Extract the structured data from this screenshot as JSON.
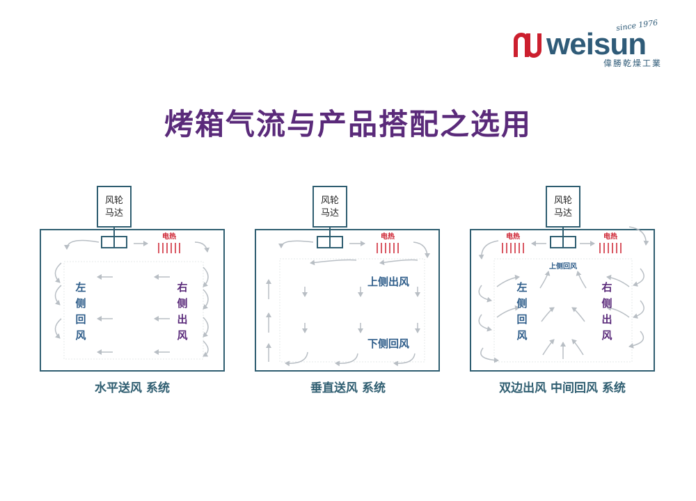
{
  "logo": {
    "since": "since 1976",
    "wordmark": "weisun",
    "chinese": "偉勝乾燥工業",
    "brand_color": "#2f5b78",
    "accent_color": "#cc1f2e"
  },
  "title": "烤箱气流与产品搭配之选用",
  "colors": {
    "title": "#5a2a7a",
    "box": "#2e5d70",
    "heater": "#cc1f2e",
    "return_text": "#2e5d8a",
    "outlet_text": "#5a2a7a",
    "arrow": "#b8bec4"
  },
  "diagrams": [
    {
      "motor_label": [
        "风轮",
        "马达"
      ],
      "heater_label": "电热",
      "left_label": [
        "左",
        "侧",
        "回",
        "风"
      ],
      "right_label": [
        "右",
        "侧",
        "出",
        "风"
      ],
      "caption": "水平送风 系统"
    },
    {
      "motor_label": [
        "风轮",
        "马达"
      ],
      "heater_label": "电热",
      "top_label": "上侧出风",
      "bottom_label": "下侧回风",
      "caption": "垂直送风 系统"
    },
    {
      "motor_label": [
        "风轮",
        "马达"
      ],
      "heater_label_left": "电热",
      "heater_label_right": "电热",
      "center_label": "上侧回风",
      "left_label": [
        "左",
        "侧",
        "回",
        "风"
      ],
      "right_label": [
        "右",
        "侧",
        "出",
        "风"
      ],
      "caption": "双边出风 中间回风 系统"
    }
  ]
}
